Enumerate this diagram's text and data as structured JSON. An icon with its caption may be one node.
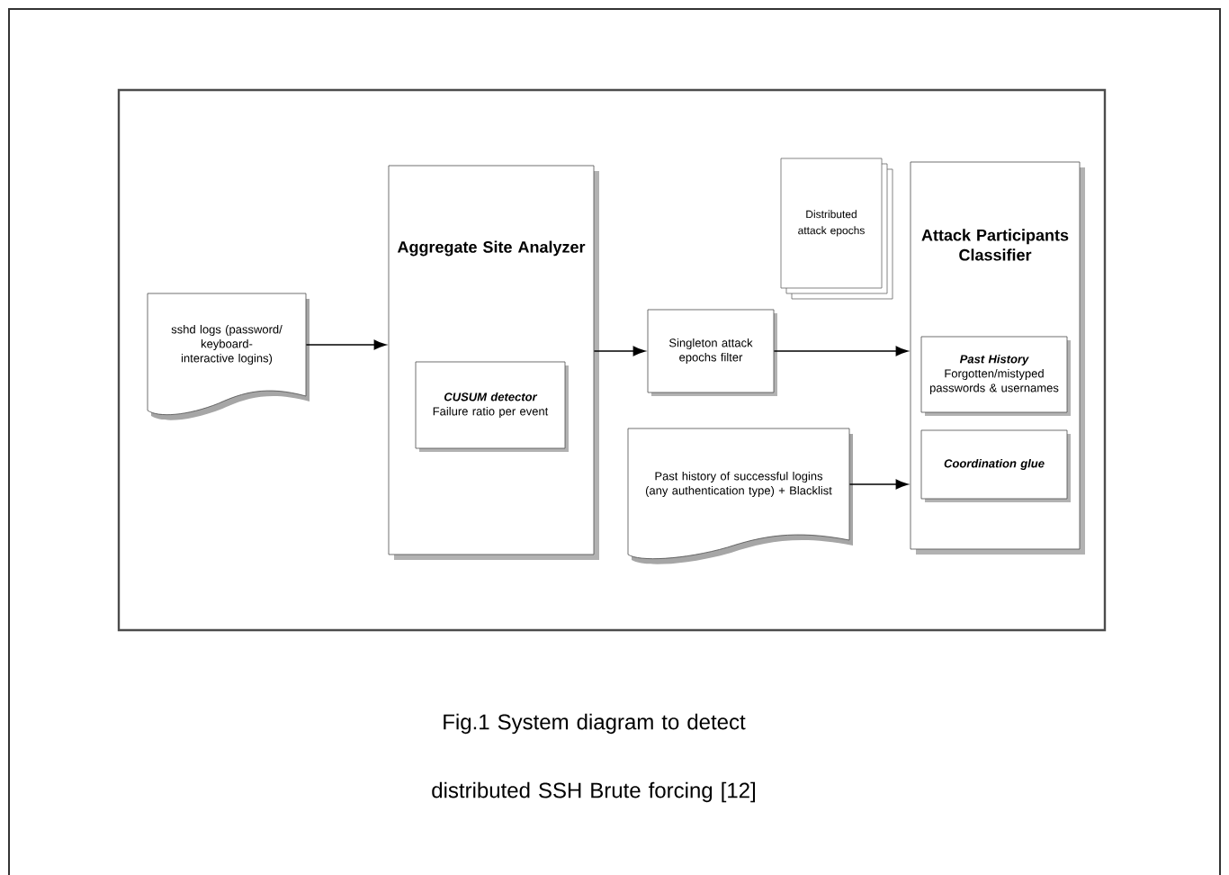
{
  "diagram": {
    "caption": "Fig.1 System diagram to detect distributed SSH Brute forcing [12]",
    "nodes": [
      {
        "text": [
          "sshd logs (password/ keyboard-interactive logins)"
        ]
      },
      {
        "text": [
          "Aggregate Site Analyzer"
        ]
      },
      {
        "text": [
          "CUSUM detector",
          "Failure ratio per event"
        ],
        "in": 1
      },
      {
        "text": [
          "Singleton attack epochs filter"
        ]
      },
      {
        "text": [
          "Distributed attack epochs"
        ]
      },
      {
        "text": [
          "Attack Participants Classifier"
        ]
      },
      {
        "text": [
          "Past History",
          "Forgotten/mistyped passwords & usernames"
        ],
        "in": 5
      },
      {
        "text": [
          "Coordination glue"
        ],
        "in": 5
      },
      {
        "text": [
          "Past history of successful logins (any authentication type) + Blacklist"
        ]
      }
    ],
    "edges": [
      {
        "from": 0,
        "to": 1,
        "arrow": "to"
      },
      {
        "from": 1,
        "to": 3,
        "arrow": "to"
      },
      {
        "from": 3,
        "to": 5,
        "arrow": "to"
      },
      {
        "from": 8,
        "to": 5,
        "arrow": "to"
      }
    ]
  }
}
